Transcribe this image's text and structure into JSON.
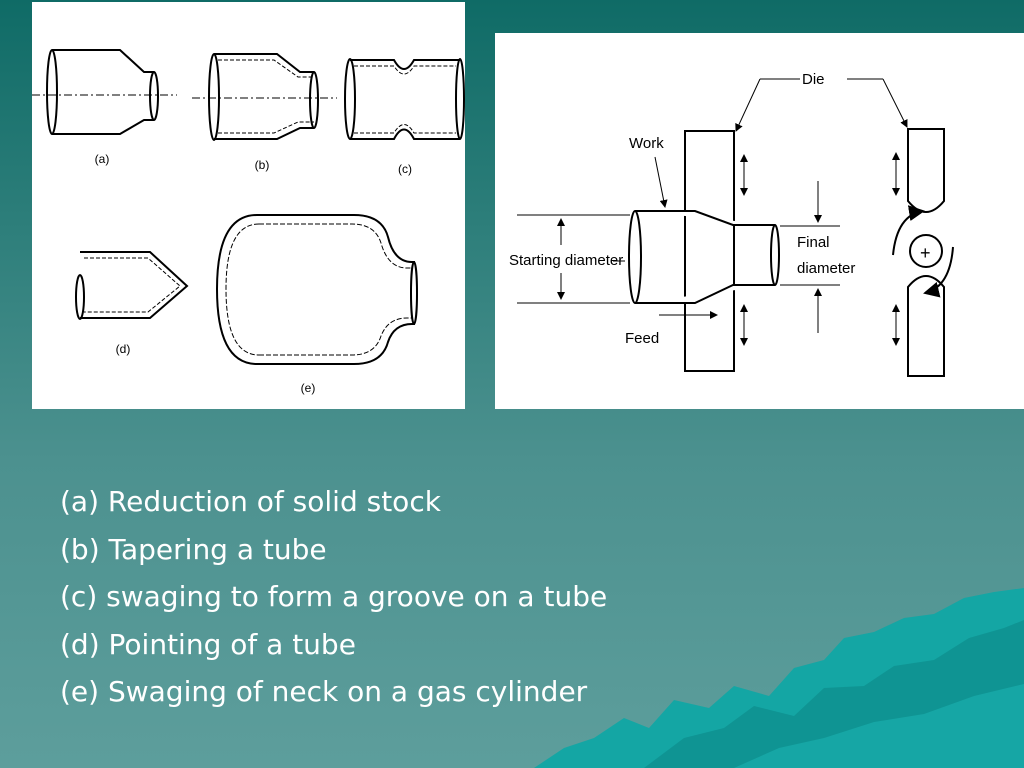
{
  "left_figure": {
    "labels": {
      "a": "(a)",
      "b": "(b)",
      "c": "(c)",
      "d": "(d)",
      "e": "(e)"
    }
  },
  "right_figure": {
    "labels": {
      "die": "Die",
      "work": "Work",
      "starting_diameter": "Starting diameter",
      "final_line1": "Final",
      "final_line2": "diameter",
      "feed": "Feed",
      "plus": "+"
    }
  },
  "captions": [
    "(a) Reduction of solid stock",
    "(b) Tapering a tube",
    "(c) swaging to form a groove on a tube",
    "(d) Pointing of a tube",
    "(e) Swaging of neck on a gas cylinder"
  ],
  "colors": {
    "background_top": "#0f6b66",
    "background_bottom": "#5d9e9c",
    "text": "#ffffff",
    "mountain": "#14a6a4"
  }
}
